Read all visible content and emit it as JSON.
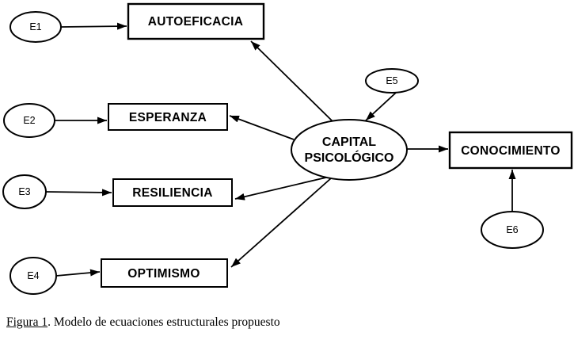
{
  "diagram": {
    "latent_variable": {
      "line1": "CAPITAL",
      "line2": "PSICOLÓGICO"
    },
    "observed_variables": {
      "autoeficacia": "AUTOEFICACIA",
      "esperanza": "ESPERANZA",
      "resiliencia": "RESILIENCIA",
      "optimismo": "OPTIMISMO",
      "conocimiento": "CONOCIMIENTO"
    },
    "error_terms": {
      "e1": "E1",
      "e2": "E2",
      "e3": "E3",
      "e4": "E4",
      "e5": "E5",
      "e6": "E6"
    },
    "paths": [
      {
        "from": "E1",
        "to": "AUTOEFICACIA"
      },
      {
        "from": "E2",
        "to": "ESPERANZA"
      },
      {
        "from": "E3",
        "to": "RESILIENCIA"
      },
      {
        "from": "E4",
        "to": "OPTIMISMO"
      },
      {
        "from": "E5",
        "to": "CAPITAL PSICOLÓGICO"
      },
      {
        "from": "CAPITAL PSICOLÓGICO",
        "to": "AUTOEFICACIA"
      },
      {
        "from": "CAPITAL PSICOLÓGICO",
        "to": "ESPERANZA"
      },
      {
        "from": "CAPITAL PSICOLÓGICO",
        "to": "RESILIENCIA"
      },
      {
        "from": "CAPITAL PSICOLÓGICO",
        "to": "OPTIMISMO"
      },
      {
        "from": "CAPITAL PSICOLÓGICO",
        "to": "CONOCIMIENTO"
      },
      {
        "from": "E6",
        "to": "CONOCIMIENTO"
      }
    ],
    "colors": {
      "stroke": "#000000",
      "fill": "#ffffff",
      "text": "#000000",
      "background": "#ffffff"
    }
  },
  "caption": {
    "figure_label": "Figura 1",
    "rest": ". Modelo de ecuaciones estructurales propuesto"
  }
}
